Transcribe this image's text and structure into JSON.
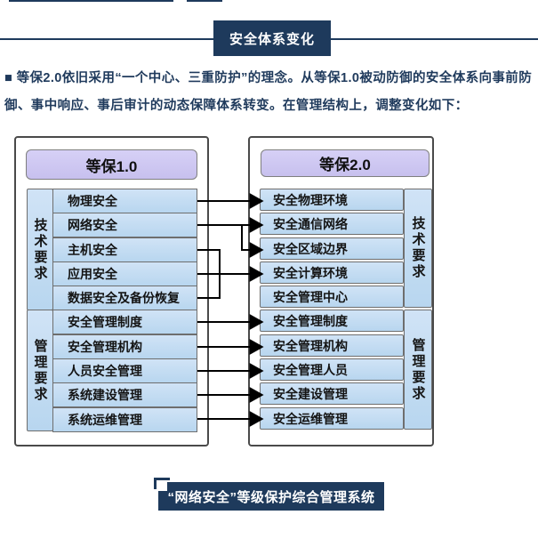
{
  "header": {
    "title": "安全体系变化"
  },
  "intro": {
    "line1": "■ 等保2.0依旧采用“一个中心、三重防护”的理念。从等保1.0被动防御的安全体系向事前防",
    "line2": "御、事中响应、事后审计的动态保障体系转变。在管理结构上，调整变化如下："
  },
  "diagram": {
    "left": {
      "title": "等保1.0",
      "tech_label": "技术要求",
      "mgmt_label": "管理要求",
      "tech_items": [
        "物理安全",
        "网络安全",
        "主机安全",
        "应用安全",
        "数据安全及备份恢复"
      ],
      "mgmt_items": [
        "安全管理制度",
        "安全管理机构",
        "人员安全管理",
        "系统建设管理",
        "系统运维管理"
      ]
    },
    "right": {
      "title": "等保2.0",
      "tech_label": "技术要求",
      "mgmt_label": "管理要求",
      "tech_items": [
        "安全物理环境",
        "安全通信网络",
        "安全区域边界",
        "安全计算环境",
        "安全管理中心"
      ],
      "mgmt_items": [
        "安全管理制度",
        "安全管理机构",
        "安全管理人员",
        "安全建设管理",
        "安全运维管理"
      ]
    },
    "connections": [
      "物理安全→安全物理环境",
      "网络安全→安全通信网络",
      "网络安全→安全区域边界",
      "主机安全+应用安全+数据安全及备份恢复→安全计算环境",
      "安全管理制度→安全管理制度",
      "安全管理机构→安全管理机构",
      "人员安全管理→安全管理人员",
      "系统建设管理→安全建设管理",
      "系统运维管理→安全运维管理"
    ],
    "colors": {
      "accent_navy": "#1e3a5c",
      "header_fill": "#ccc5f1",
      "row_fill": "#bdd8f0",
      "border": "#6e6e6e",
      "arrow": "#000000"
    }
  },
  "footer": {
    "label": "“网络安全”等级保护综合管理系统"
  }
}
